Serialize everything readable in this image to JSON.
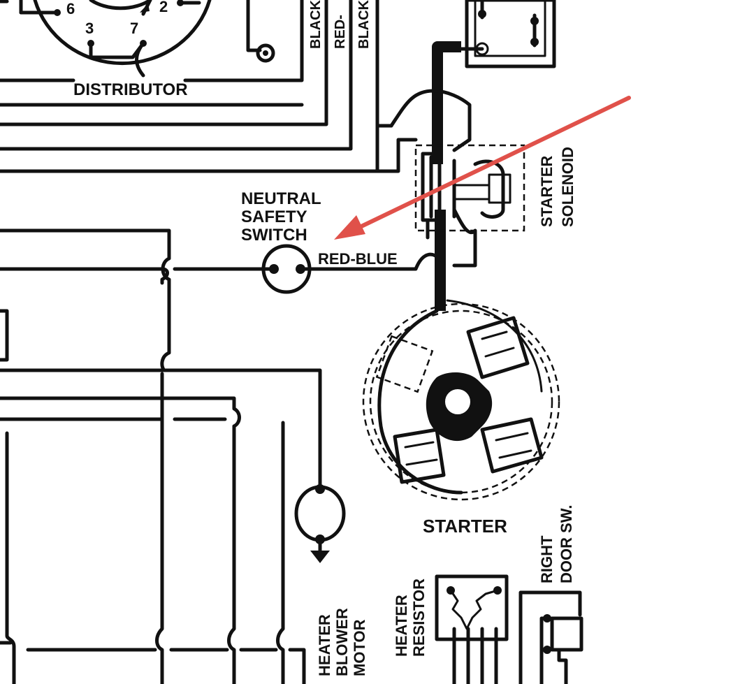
{
  "labels": {
    "distributor": "DISTRIBUTOR",
    "dist_num_6": "6",
    "dist_num_2": "2",
    "dist_num_3": "3",
    "dist_num_7": "7",
    "wire_black_1": "BLACK",
    "wire_red": "RED-",
    "wire_black_2": "BLACK",
    "neutral_safety_switch_l1": "NEUTRAL",
    "neutral_safety_switch_l2": "SAFETY",
    "neutral_safety_switch_l3": "SWITCH",
    "red_blue": "RED-BLUE",
    "starter_solenoid_l1": "STARTER",
    "starter_solenoid_l2": "SOLENOID",
    "starter": "STARTER",
    "heater_blower_motor_l1": "HEATER",
    "heater_blower_motor_l2": "BLOWER",
    "heater_blower_motor_l3": "MOTOR",
    "heater_resistor_l1": "HEATER",
    "heater_resistor_l2": "RESISTOR",
    "right_door_sw_l1": "RIGHT",
    "right_door_sw_l2": "DOOR SW."
  },
  "annotation": {
    "arrow_color": "#e0514a",
    "target": "red_blue"
  }
}
